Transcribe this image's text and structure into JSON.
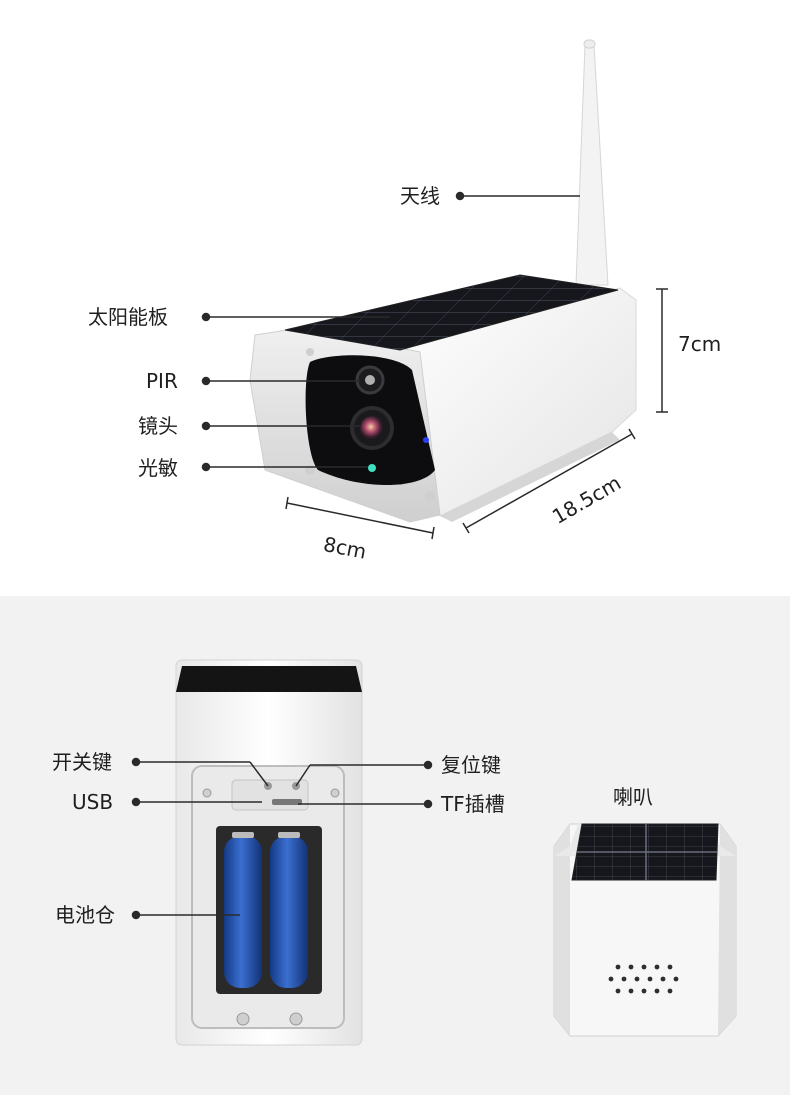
{
  "top_view": {
    "labels": {
      "antenna": "天线",
      "solar_panel": "太阳能板",
      "pir": "PIR",
      "lens": "镜头",
      "light_sensor": "光敏"
    },
    "dimensions": {
      "height": "7cm",
      "width": "8cm",
      "length": "18.5cm"
    }
  },
  "bottom_view": {
    "labels": {
      "power_switch": "开关键",
      "usb": "USB",
      "battery_compartment": "电池仓",
      "reset_button": "复位键",
      "tf_slot": "TF插槽",
      "speaker": "喇叭"
    }
  },
  "colors": {
    "solar_panel": "#14161c",
    "battery": "#1f4fa8",
    "body": "#f4f4f4",
    "lens_face": "#0d0d0f",
    "background_bottom": "#f2f2f2"
  }
}
